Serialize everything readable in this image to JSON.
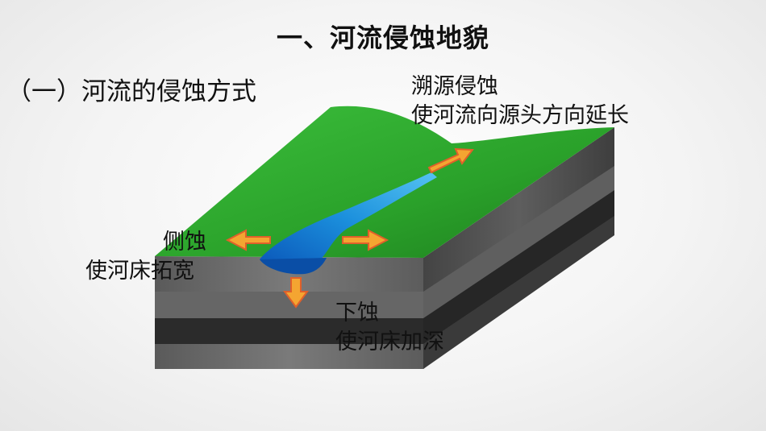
{
  "title": "一、河流侵蚀地貌",
  "section_heading": "（一）河流的侵蚀方式",
  "headward_erosion": {
    "name": "溯源侵蚀",
    "effect": "使河流向源头方向延长"
  },
  "lateral_erosion": {
    "name": "侧蚀",
    "effect": "使河床拓宽"
  },
  "downward_erosion": {
    "name": "下蚀",
    "effect": "使河床加深"
  },
  "colors": {
    "ground": "#2faa2f",
    "river": "#1b8fdc",
    "rock_light": "#6b6b6b",
    "rock_dark": "#2f2f2f",
    "arrow": "#f4a531",
    "arrow_border": "#e0602a"
  }
}
